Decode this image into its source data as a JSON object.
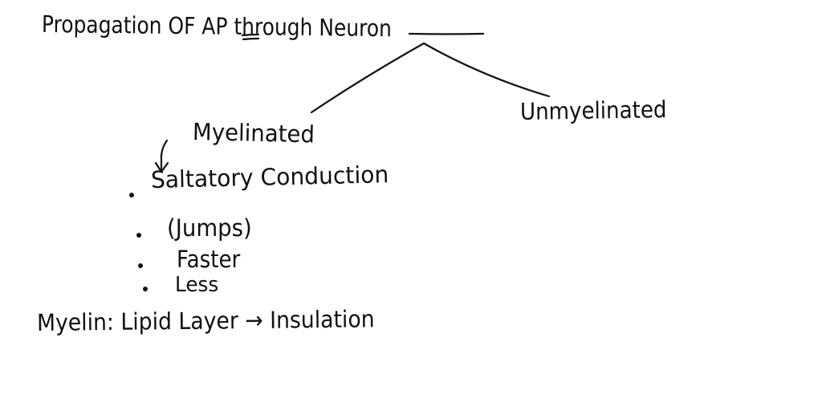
{
  "notes": {
    "title": "Propagation OF AP through Neuron",
    "branch_left": "Myelinated",
    "branch_right": "Unmyelinated",
    "bullets": [
      "Saltatory Conduction",
      "(Jumps)",
      "Faster",
      "Less"
    ],
    "definition": "Myelin: Lipid Layer → Insulation"
  },
  "colors": {
    "ink": "#111111",
    "paper": "#ffffff"
  }
}
